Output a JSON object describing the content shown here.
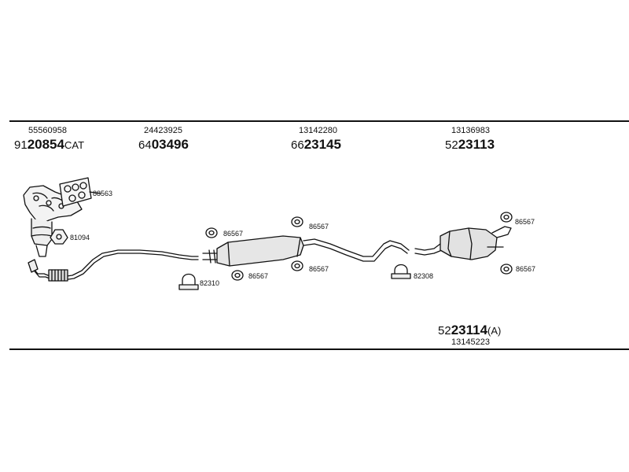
{
  "parts": [
    {
      "oe": "55560958",
      "prefix": "91",
      "main": "20854",
      "suffix": "CAT"
    },
    {
      "oe": "24423925",
      "prefix": "64",
      "main": "03496",
      "suffix": ""
    },
    {
      "oe": "13142280",
      "prefix": "66",
      "main": "23145",
      "suffix": ""
    },
    {
      "oe": "13136983",
      "prefix": "52",
      "main": "23113",
      "suffix": ""
    },
    {
      "oe": "13145223",
      "prefix": "52",
      "main": "23114",
      "suffix": "(A)"
    }
  ],
  "callouts": {
    "gasket_manifold": "88563",
    "gasket_ring": "81094",
    "hanger_a": "86567",
    "hanger_b": "86567",
    "hanger_c": "86567",
    "hanger_d": "86567",
    "hanger_e": "86567",
    "hanger_f": "86567",
    "clamp_front": "82310",
    "clamp_rear": "82308"
  }
}
